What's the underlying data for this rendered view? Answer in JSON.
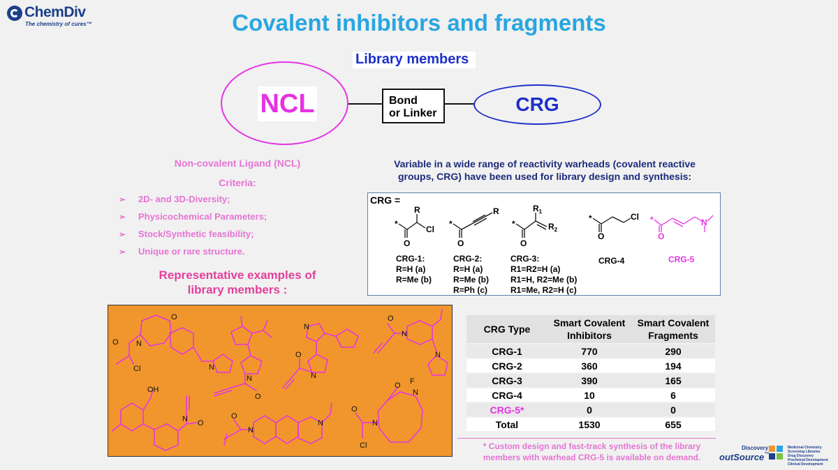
{
  "logo": {
    "name": "ChemDiv",
    "tagline": "The chemistry of cures™"
  },
  "title": "Covalent inhibitors and fragments",
  "subtitle": "Library members",
  "diagram": {
    "ncl": "NCL",
    "bond": [
      "Bond",
      "or Linker"
    ],
    "crg": "CRG"
  },
  "left": {
    "ncl_heading": "Non-covalent Ligand (NCL)",
    "criteria_heading": "Criteria:",
    "criteria": [
      "2D- and 3D-Diversity;",
      "Physicochemical Parameters;",
      "Stock/Synthetic feasibility;",
      "Unique or rare structure."
    ],
    "representative": [
      "Representative examples of",
      "library members :"
    ]
  },
  "right": {
    "variable_text": [
      "Variable in a wide range of reactivity warheads  (covalent reactive",
      "groups, CRG) have been used for library design and synthesis:"
    ],
    "crg_eq": "CRG =",
    "crg_groups": [
      {
        "lines": [
          "CRG-1:",
          "R=H (a)",
          "R=Me (b)"
        ],
        "color": "#111111"
      },
      {
        "lines": [
          "CRG-2:",
          "R=H (a)",
          "R=Me (b)",
          "R=Ph (c)"
        ],
        "color": "#111111"
      },
      {
        "lines": [
          "CRG-3:",
          "R1=R2=H (a)",
          "R1=H, R2=Me (b)",
          "R1=Me, R2=H (c)"
        ],
        "color": "#111111"
      },
      {
        "lines": [
          "CRG-4"
        ],
        "color": "#111111"
      },
      {
        "lines": [
          "CRG-5"
        ],
        "color": "#e532e4"
      }
    ],
    "atoms": {
      "R": "R",
      "Cl": "Cl",
      "O": "O",
      "R1": "R",
      "R1sub": "1",
      "R2": "R",
      "R2sub": "2",
      "N": "N",
      "star": "*"
    }
  },
  "table": {
    "headers": [
      "CRG Type",
      "Smart Covalent Inhibitors",
      "Smart Covalent Fragments"
    ],
    "rows": [
      [
        "CRG-1",
        "770",
        "290"
      ],
      [
        "CRG-2",
        "360",
        "194"
      ],
      [
        "CRG-3",
        "390",
        "165"
      ],
      [
        "CRG-4",
        "10",
        "6"
      ],
      [
        "CRG-5*",
        "0",
        "0"
      ],
      [
        "Total",
        "1530",
        "655"
      ]
    ],
    "highlight_color": "#e532e4"
  },
  "footnote": [
    "* Custom design and  fast-track synthesis of the library",
    "members with warhead CRG-5 is available on demand."
  ],
  "outsource": {
    "brand": "outSource",
    "discovery": "Discovery",
    "tm": "™",
    "services": [
      "Medicinal Chemistry",
      "Screening Libraries",
      "Drug Discovery",
      "Preclinical Development",
      "Clinical Development"
    ]
  },
  "example_atoms": {
    "O": "O",
    "N": "N",
    "Cl": "Cl",
    "OH": "OH",
    "F": "F",
    "NH": "N",
    "H": "H"
  },
  "colors": {
    "accent_title": "#29a6e0",
    "ncl_pink": "#e532e4",
    "crg_blue": "#1d2fc9",
    "examples_bg": "#f0962d",
    "molecule_pink": "#e532e4"
  }
}
